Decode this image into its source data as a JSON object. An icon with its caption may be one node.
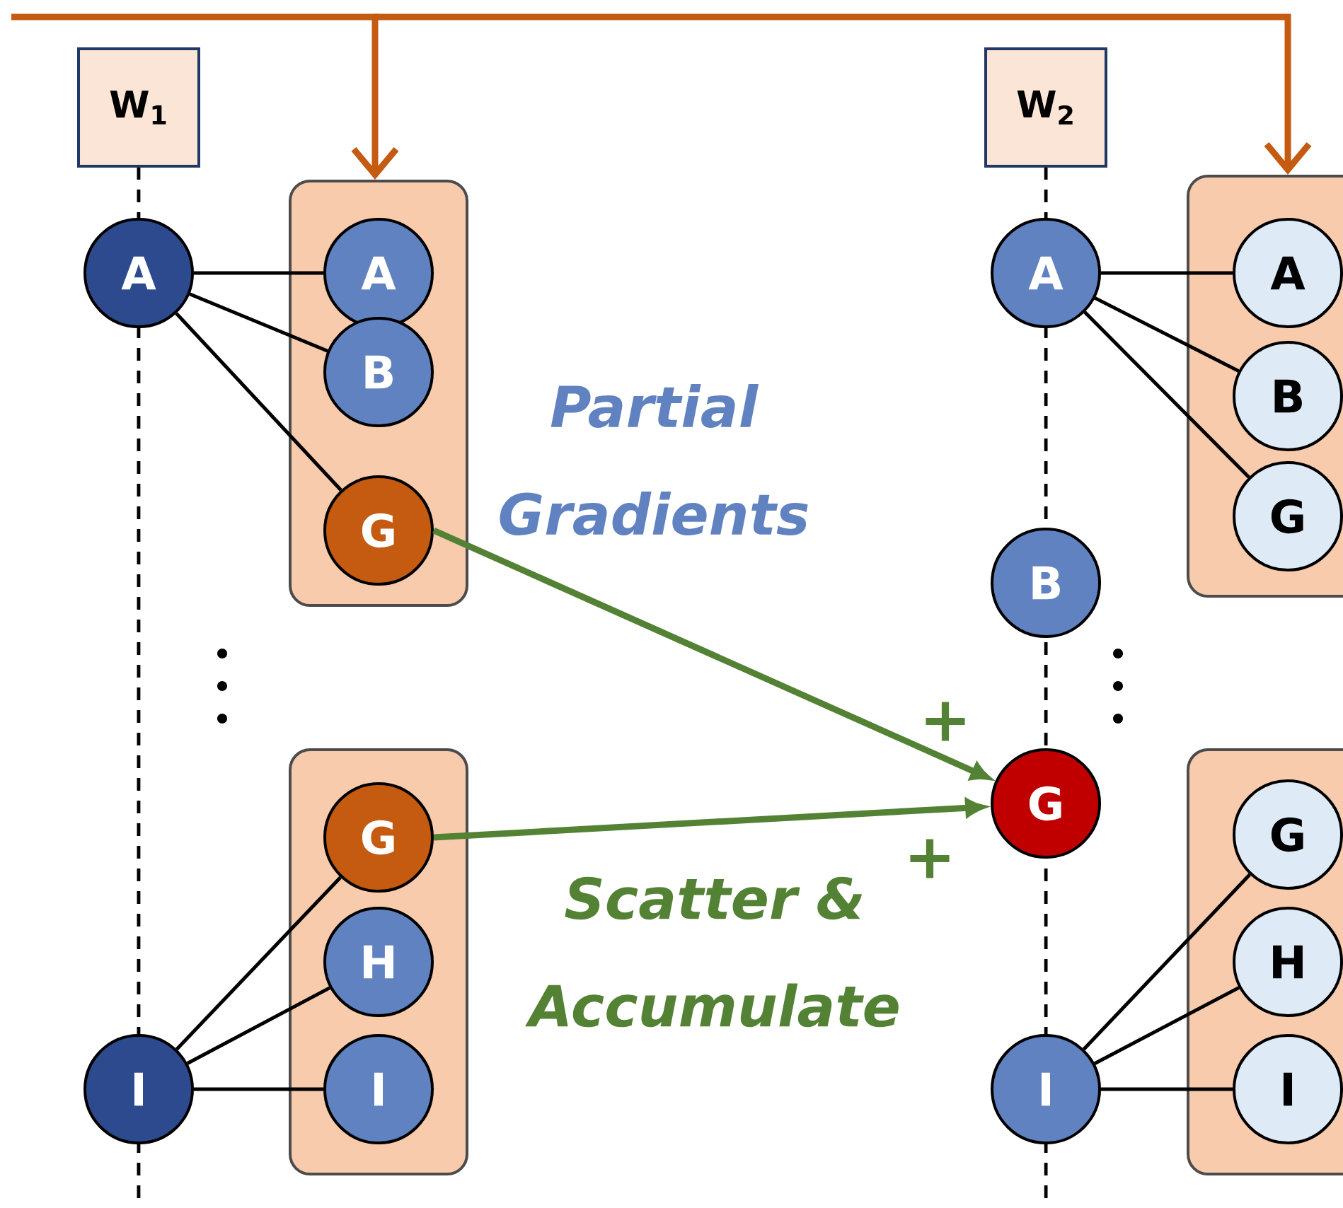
{
  "diagram": {
    "nodes": [
      {
        "text": [
          "W$_{1}$"
        ]
      },
      {
        "text": [
          "W$_{2}$"
        ]
      },
      {
        "text": [
          "A"
        ]
      },
      {
        "text": [
          "I"
        ]
      },
      {
        "text": [],
        "shape": "box"
      },
      {
        "text": [
          "A"
        ],
        "in": 4
      },
      {
        "text": [
          "B"
        ],
        "in": 4
      },
      {
        "text": [
          "G"
        ],
        "in": 4
      },
      {
        "text": [],
        "shape": "box"
      },
      {
        "text": [
          "G"
        ],
        "in": 8
      },
      {
        "text": [
          "H"
        ],
        "in": 8
      },
      {
        "text": [
          "I"
        ],
        "in": 8
      },
      {
        "text": [
          "A"
        ]
      },
      {
        "text": [
          "B"
        ]
      },
      {
        "text": [
          "G"
        ]
      },
      {
        "text": [
          "I"
        ]
      },
      {
        "text": [],
        "shape": "box"
      },
      {
        "text": [
          "A"
        ],
        "in": 16
      },
      {
        "text": [
          "B"
        ],
        "in": 16
      },
      {
        "text": [
          "G"
        ],
        "in": 16
      },
      {
        "text": [],
        "shape": "box"
      },
      {
        "text": [
          "G"
        ],
        "in": 20
      },
      {
        "text": [
          "H"
        ],
        "in": 20
      },
      {
        "text": [
          "I"
        ],
        "in": 20
      }
    ],
    "edges": [
      {
        "from": 2,
        "to": 5,
        "arrow": "none"
      },
      {
        "from": 2,
        "to": 6,
        "arrow": "none"
      },
      {
        "from": 2,
        "to": 7,
        "arrow": "none"
      },
      {
        "from": 3,
        "to": 9,
        "arrow": "none"
      },
      {
        "from": 3,
        "to": 10,
        "arrow": "none"
      },
      {
        "from": 3,
        "to": 11,
        "arrow": "none"
      },
      {
        "from": 12,
        "to": 17,
        "arrow": "none"
      },
      {
        "from": 12,
        "to": 18,
        "arrow": "none"
      },
      {
        "from": 12,
        "to": 19,
        "arrow": "none"
      },
      {
        "from": 15,
        "to": 21,
        "arrow": "none"
      },
      {
        "from": 15,
        "to": 22,
        "arrow": "none"
      },
      {
        "from": 15,
        "to": 23,
        "arrow": "none"
      },
      {
        "from": 7,
        "to": 14,
        "arrow": "to",
        "style": "thick",
        "color": "#548235"
      },
      {
        "from": 9,
        "to": 14,
        "arrow": "to",
        "style": "thick",
        "color": "#548235"
      },
      {
        "from": null,
        "to": 4,
        "arrow": "to",
        "style": "thick",
        "color": "#c55a11"
      },
      {
        "from": null,
        "to": 16,
        "arrow": "to",
        "style": "thick",
        "color": "#c55a11"
      }
    ],
    "labels": [
      "Partial Gradients",
      "+",
      "Scatter & Accumulate",
      "+"
    ]
  }
}
